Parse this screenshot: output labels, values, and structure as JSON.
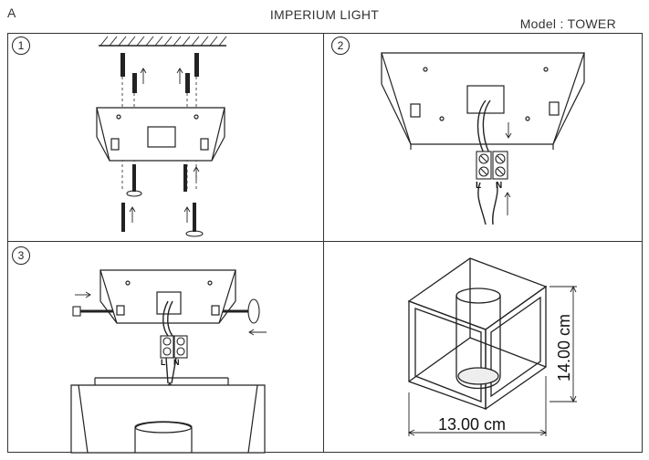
{
  "header": {
    "corner_label": "A",
    "brand": "IMPERIUM LIGHT",
    "model": "Model : TOWER"
  },
  "steps": [
    {
      "number": "1"
    },
    {
      "number": "2"
    },
    {
      "number": "3"
    }
  ],
  "terminals": {
    "live": "L",
    "neutral": "N"
  },
  "dimensions": {
    "width": "13.00 cm",
    "height": "14.00 cm"
  }
}
